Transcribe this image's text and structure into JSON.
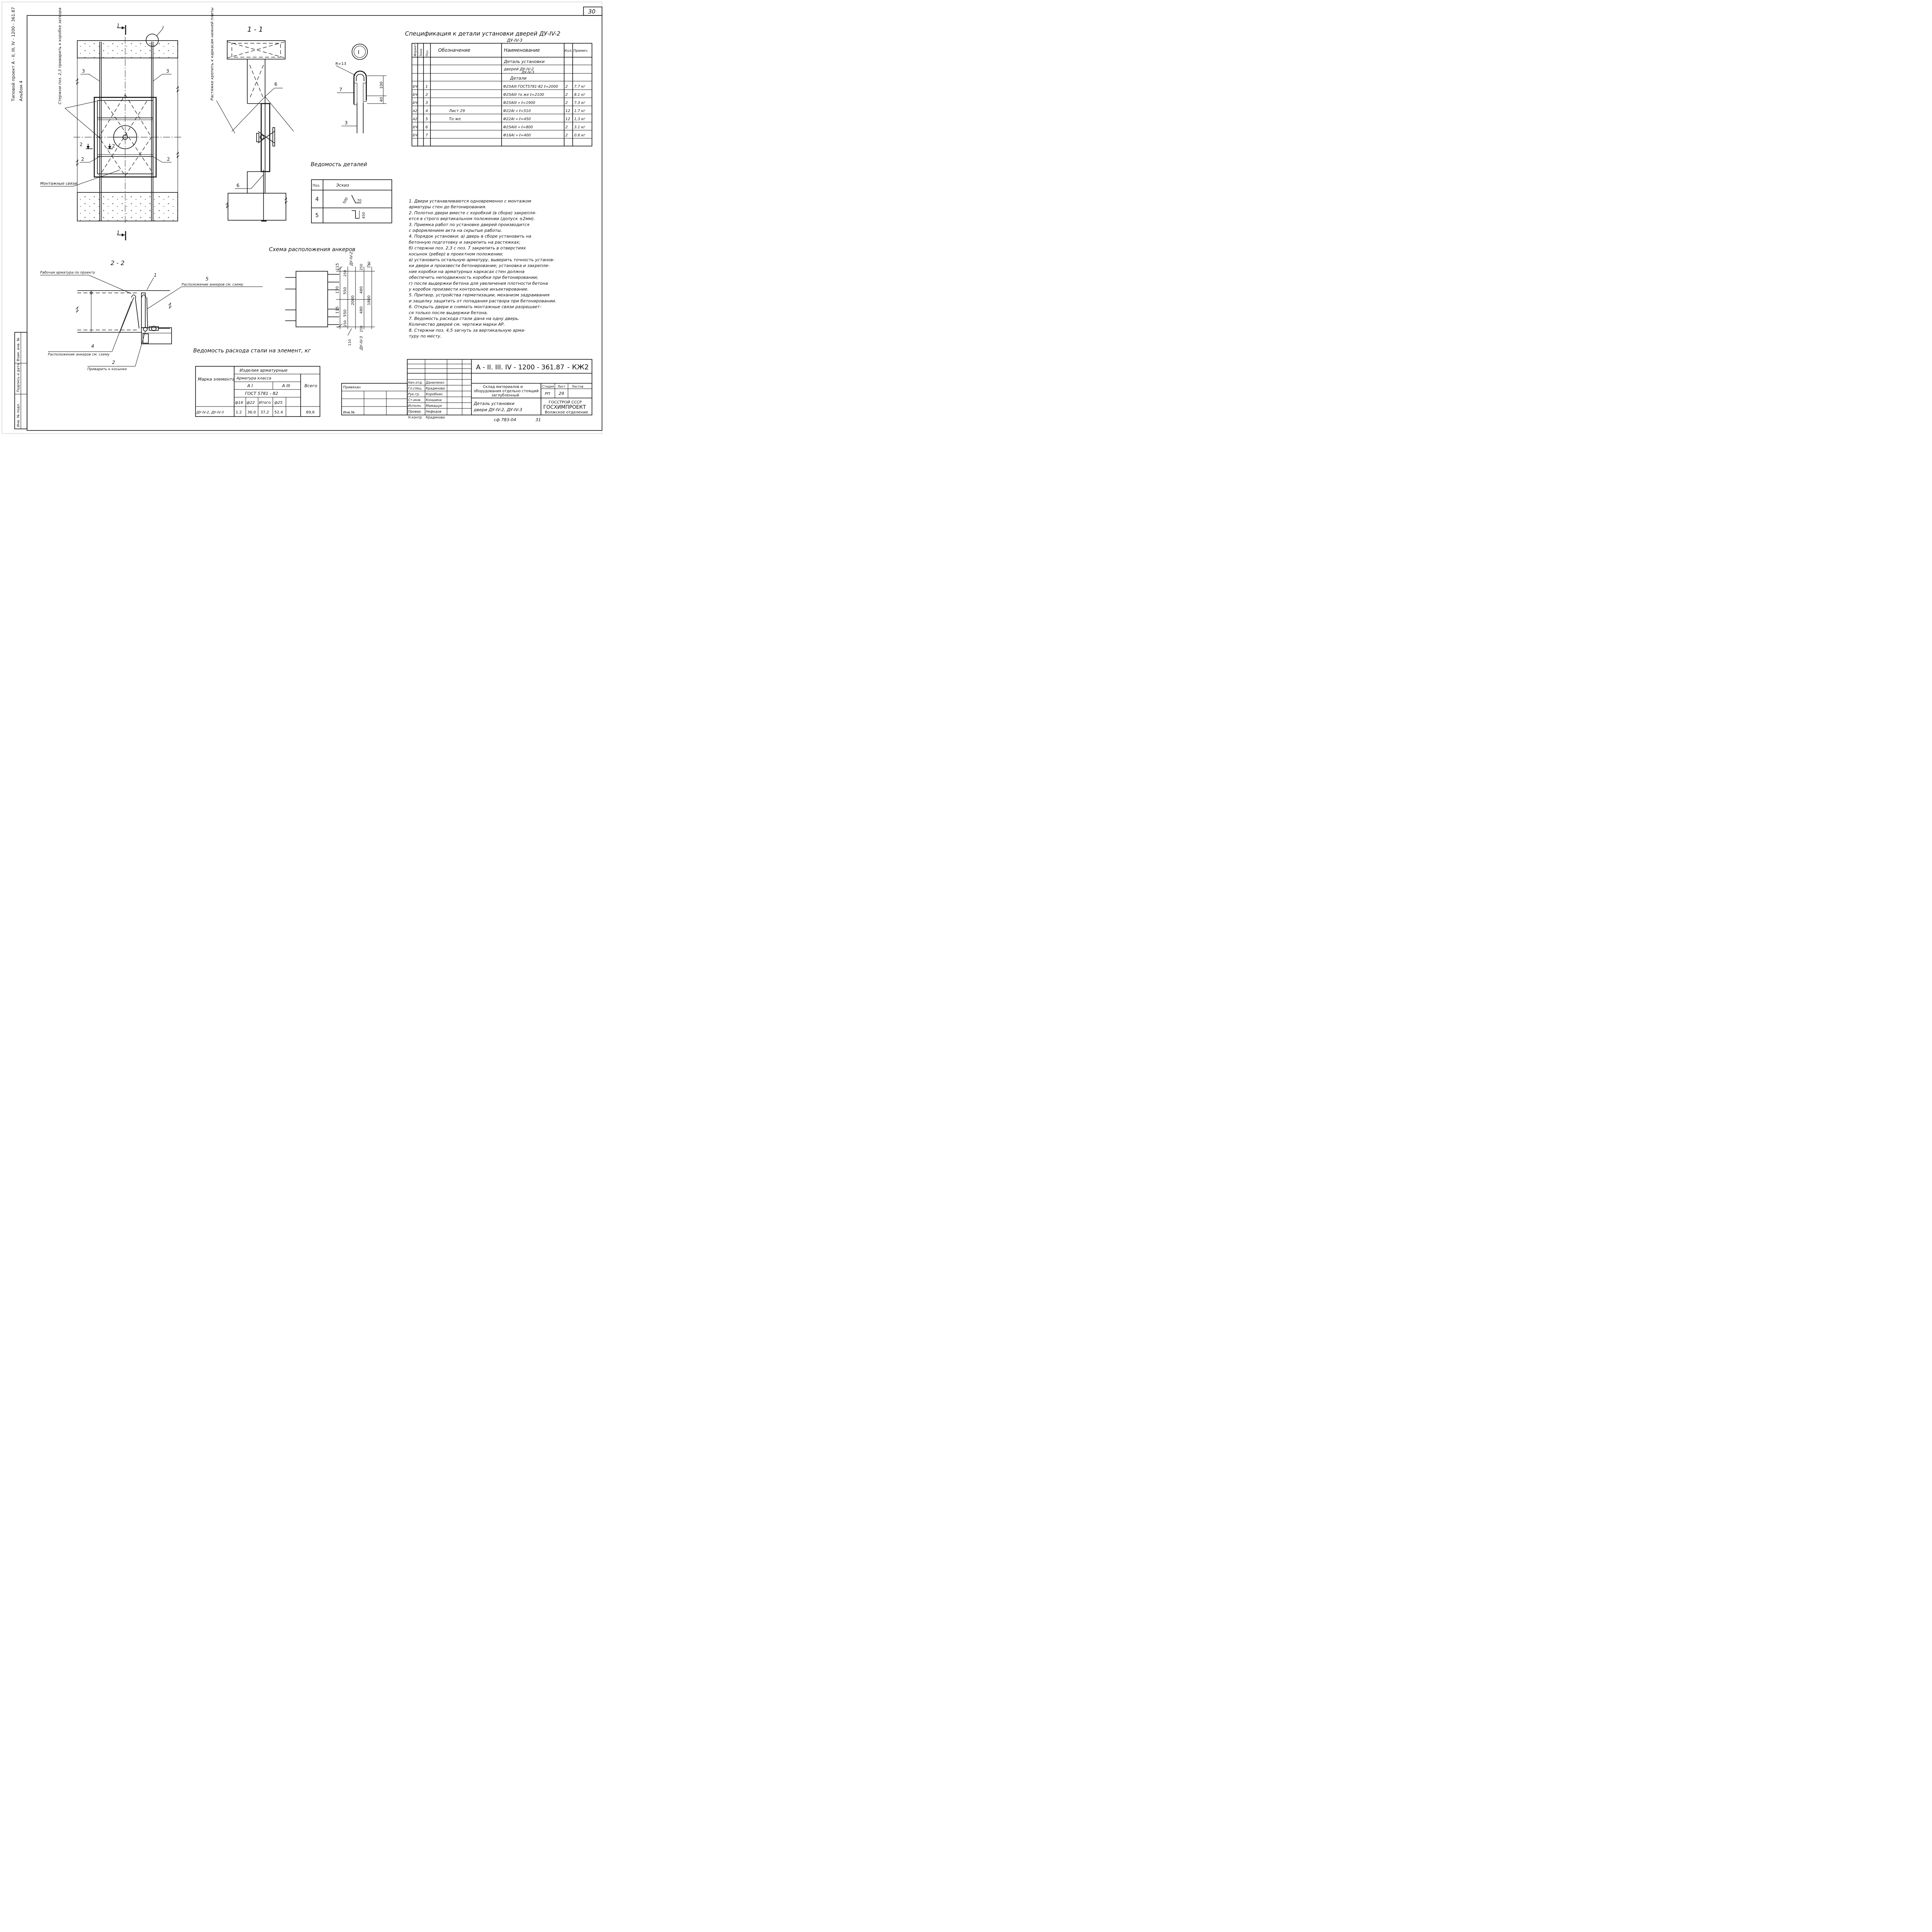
{
  "sheet_corner": "30",
  "side_project": "Типовой проект  А - II, III, IV - 1200 - 361.87",
  "side_album": "Альбом 4",
  "left_stamp": [
    "Инв. № подл.",
    "Подпись и дата",
    "Взам. инв. №"
  ],
  "plan": {
    "cut_marker": "1",
    "detail_marker": "I",
    "label_rods": "Стержни поз. 2,3 приварить к коробке затвора",
    "label_ties": "Монтажные связи",
    "pos2": "2",
    "pos3": "3"
  },
  "section11": {
    "title": "1 - 1",
    "label_ties": "Растяжки крепить к каркасам нижней плиты",
    "pos6": "6"
  },
  "detail1": {
    "marker": "I",
    "radius": "R=13",
    "dim100": "100",
    "dim40": "40",
    "pos7": "7",
    "pos3": "3"
  },
  "section22": {
    "title": "2 - 2",
    "label_rebar": "Рабочая арматура по проекту",
    "label_anchors_top": "Расположение анкеров см. схему",
    "label_anchors_bottom": "Расположение анкеров см. схему",
    "label_weld": "Приварить к косынке",
    "pos1": "1",
    "pos2": "2",
    "pos4": "4",
    "pos5": "5"
  },
  "spec": {
    "title": "Спецификация  к детали установки дверей ДУ-IV-2",
    "title2": "ДУ-IV-3",
    "headers": [
      "Формат",
      "Зона",
      "Поз.",
      "Обозначение",
      "Наименование",
      "Кол.",
      "Примеч."
    ],
    "name_lines": [
      "Деталь установки",
      "дверей ДУ-IV-2",
      "ДУ-IV-3",
      "Детали"
    ],
    "rows": [
      {
        "fmt": "БЧ",
        "pos": "1",
        "oboz": "",
        "name": "Ф25АIII ГОСТ5781-82  ℓ=2000",
        "qty": "2",
        "note": "7.7 кг"
      },
      {
        "fmt": "БЧ",
        "pos": "2",
        "oboz": "",
        "name": "Ф25АIII то же  ℓ=2100",
        "qty": "2",
        "note": "8.1 кг"
      },
      {
        "fmt": "БЧ",
        "pos": "3",
        "oboz": "",
        "name": "Ф25АIII  »  ℓ=1900",
        "qty": "2",
        "note": "7.3 кг"
      },
      {
        "fmt": "А2",
        "pos": "4",
        "oboz": "Лист 29",
        "name": "Ф22АI  »  ℓ=510",
        "qty": "12",
        "note": "1.7 кг"
      },
      {
        "fmt": "А2",
        "pos": "5",
        "oboz": "То же",
        "name": "Ф22АI  »  ℓ=450",
        "qty": "12",
        "note": "1,3 кг"
      },
      {
        "fmt": "БЧ",
        "pos": "6",
        "oboz": "",
        "name": "Ф25АIII  »  ℓ=800",
        "qty": "2",
        "note": "3.1 кг"
      },
      {
        "fmt": "БЧ",
        "pos": "7",
        "oboz": "",
        "name": "Ф16АI  »  ℓ=400",
        "qty": "2",
        "note": "0.6 кг"
      }
    ]
  },
  "details_list": {
    "title": "Ведомость деталей",
    "col_pos": "Поз.",
    "col_sketch": "Эскиз",
    "rows": [
      {
        "pos": "4",
        "d1": "500",
        "d2": "70"
      },
      {
        "pos": "5",
        "d1": "450",
        "d2": ""
      }
    ]
  },
  "anchor_scheme": {
    "title": "Схема расположения анкеров",
    "dims_left": [
      "115",
      "170",
      "115"
    ],
    "dims_mid": [
      "250",
      "550",
      "550",
      "250"
    ],
    "dim_total": "2000",
    "dims_right": [
      "250",
      "480",
      "480",
      "250"
    ],
    "dim_right_total": "1800",
    "dims_outer": [
      "110",
      "110"
    ],
    "mark_top": "ДУ-IV-2",
    "mark_bottom": "ДУ-IV-3"
  },
  "notes": [
    "1. Двери устанавливаются одновременно с монтажом",
    "   арматуры стен до бетонирования.",
    "2. Полотно двери вместе с коробкой (в сборе) закрепля-",
    "   ется в строго вертикальном положении (допуск ±2мм).",
    "3. Приемка работ по установке дверей производится",
    "   с оформлением акта на скрытые работы.",
    "4. Порядок установки: а) дверь в сборе установить на",
    "   бетонную подготовку и закрепить на растяжках;",
    "   б) стержни поз. 2,3     с поз. 7 закрепить в отверстиях",
    "   косынок (ребер) в проектном положении;",
    "   в) установить остальную арматуру, выверить точность установ-",
    "   ки двери и произвести бетонирование; установка и закрепле-",
    "   ние коробки на арматурных каркасах стен должна",
    "   обеспечить неподвижность коробки при бетонировании;",
    "   г) после выдержки бетона для увеличения плотности бетона",
    "   у коробок произвести контрольное инъектирование.",
    "5. Притвор, устройства герметизации, механизм задраивания",
    "   и защелку защитить от попадания раствора при бетонировании.",
    "6. Открыть двери и снимать монтажные связи разрешает-",
    "   ся только после выдержки бетона.",
    "7. Ведомость расхода стали дана на одну дверь.",
    "   Количество дверей см. чертежи    марки АР.",
    "8. Стержни поз. 4,5  загнуть за вертикальную арма-",
    "   туру по месту."
  ],
  "steel": {
    "title": "Ведомость расхода стали на элемент, кг",
    "h_mark": "Марка элемента",
    "h_items": "Изделия арматурные",
    "h_class": "Арматура класса",
    "h_a1": "А I",
    "h_a3": "А III",
    "h_gost": "ГОСТ 5781 - 82",
    "h_total": "Всего",
    "cols": [
      "ф16",
      "ф22",
      "Итого",
      "ф25"
    ],
    "row_mark": "ДУ-IV-2, ДУ-IV-3",
    "row_vals": [
      "1.2",
      "36.0",
      "37,2",
      "52.4"
    ],
    "row_total": "89,6"
  },
  "title_block": {
    "code": "А - II. III. IV - 1200 - 361.87",
    "mark": "- КЖ2",
    "privyazan": "Привязан",
    "inv": "Инв.№",
    "people": [
      {
        "role": "Нач.отд.",
        "name": "Данилянкс"
      },
      {
        "role": "Гл.спец.",
        "name": "Крадинова"
      },
      {
        "role": "Рук.гр.",
        "name": "Коробкин"
      },
      {
        "role": "Ст.инж.",
        "name": "Коншина"
      },
      {
        "role": "Исполн.",
        "name": "Мамашук"
      },
      {
        "role": "Провер.",
        "name": "Нефедов"
      },
      {
        "role": "Н.контр.",
        "name": "Крадинова"
      }
    ],
    "object": "Склад материалов и оборудования отдельно стоящий заглубленный",
    "stage_h": "Стадия",
    "sheet_h": "Лист",
    "sheets_h": "Листов",
    "stage": "РП",
    "sheet": "29",
    "sheet_title": "Деталь установки двери ДУ-IV-2, ДУ-IV-3",
    "org1": "ГОССТРОЙ СССР",
    "org2": "ГОСХИМПРОЕКТ",
    "org3": "Волжское отделение",
    "footer_code": "сф 783-04",
    "footer_num": "31"
  }
}
